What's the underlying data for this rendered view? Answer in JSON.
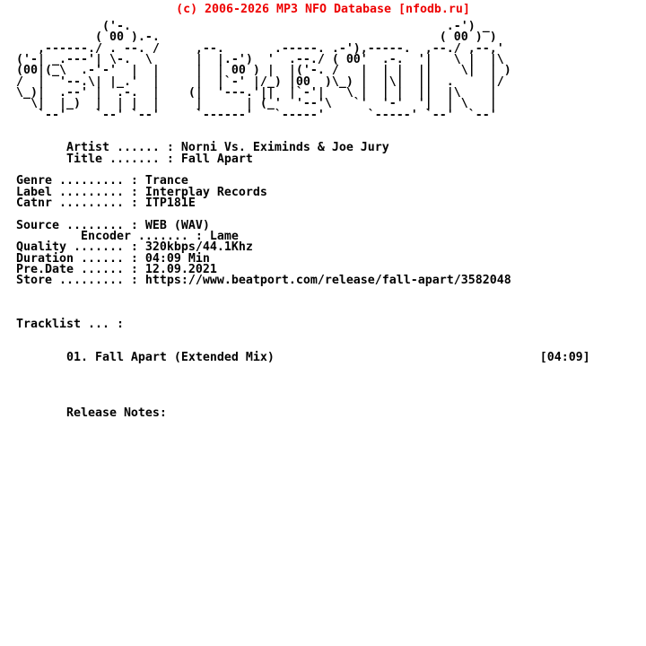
{
  "header": {
    "text": "(c) 2006-2026 MP3 NFO Database [nfodb.ru]",
    "color": "#ee0000"
  },
  "ascii_art": {
    "group_name": "FALCON",
    "eyes_glyph": "( 00 )",
    "lines": [
      "            ('-.                                            .-') _",
      "           ( 00 ).-.                                       ( 00 ) )",
      "   ,------./ . --. /     ,--.       .-----. .-'),-----.  ,--./ ,--,'",
      "('-| _.---'| \\-.  \\      |  |.-')  '  .--./ ( 00'  .-.  '|   \\ |  |\\",
      "(00|(_\\  .-'-'  |  |     |  | 00 ) |  |('-. /   |  | |  ||    \\|  | )",
      "/  |  '--.\\| |_.'  |     |  |`-' |/_) |00  )\\_) |  |\\|  ||  .     |/",
      "\\_)|  .--' |  .-.  |    (|  '---.'||  |`-'|   \\ |  | |  ||  |\\    |",
      "  \\|  |_)  |  | |  |     |      | (_'  '--'\\   `'  '-'  '|  | \\   |",
      "   `--'    `--' `--'     `------'   `-----'      `-----' `--'  `--'"
    ]
  },
  "release": {
    "fields": [
      {
        "label": "Artist",
        "value": "Norni Vs. Eximinds & Joe Jury"
      },
      {
        "label": "Title",
        "value": "Fall Apart"
      },
      {
        "label": "Genre",
        "value": "Trance"
      },
      {
        "label": "Label",
        "value": "Interplay Records"
      },
      {
        "label": "Catnr",
        "value": "ITP181E"
      },
      {
        "label": "Source",
        "value": "WEB (WAV)"
      },
      {
        "label": "Encoder",
        "value": "Lame"
      },
      {
        "label": "Quality",
        "value": "320kbps/44.1Khz"
      },
      {
        "label": "Duration",
        "value": "04:09 Min"
      },
      {
        "label": "Pre.Date",
        "value": "12.09.2021"
      },
      {
        "label": "Store",
        "value": "https://www.beatport.com/release/fall-apart/3582048"
      }
    ]
  },
  "tracklist": {
    "heading": "Tracklist ... :",
    "tracks": [
      {
        "number": "01",
        "title": "Fall Apart (Extended Mix)",
        "time": "[04:09]"
      }
    ]
  },
  "notes_heading": "Release Notes:",
  "body_lines": [
    "            ('-.                                            .-') _",
    "           ( 00 ).-.                                       ( 00 ) )",
    "   ,------./ . --. /     ,--.       .-----. .-'),-----.  ,--./ ,--,'",
    "('-| _.---'| \\-.  \\      |  |.-')  '  .--./ ( 00'  .-.  '|   \\ |  |\\",
    "(00|(_\\  .-'-'  |  |     |  | 00 ) |  |('-. /   |  | |  ||    \\|  | )",
    "/  |  '--.\\| |_.'  |     |  |`-' |/_) |00  )\\_) |  |\\|  ||  .     |/",
    "\\_)|  .--' |  .-.  |    (|  '---.'||  |`-'|   \\ |  | |  ||  |\\    |",
    "  \\|  |_)  |  | |  |     |      | (_'  '--'\\   `'  '-'  '|  | \\   |",
    "   `--'    `--' `--'     `------'   `-----'      `-----' `--'  `--'",
    "",
    "",
    "       Artist ...... : Norni Vs. Eximinds & Joe Jury",
    "       Title ....... : Fall Apart",
    "",
    "Genre ......... : Trance",
    "Label ......... : Interplay Records",
    "Catnr ......... : ITP181E",
    "",
    "Source ........ : WEB (WAV)",
    "         Encoder ....... : Lame",
    "Quality ....... : 320kbps/44.1Khz",
    "Duration ...... : 04:09 Min",
    "Pre.Date ...... : 12.09.2021",
    "Store ......... : https://www.beatport.com/release/fall-apart/3582048",
    "",
    "",
    "",
    "Tracklist ... :",
    "",
    "",
    "       01. Fall Apart (Extended Mix)                                     [04:09]",
    "",
    "",
    "",
    "",
    "       Release Notes:"
  ]
}
